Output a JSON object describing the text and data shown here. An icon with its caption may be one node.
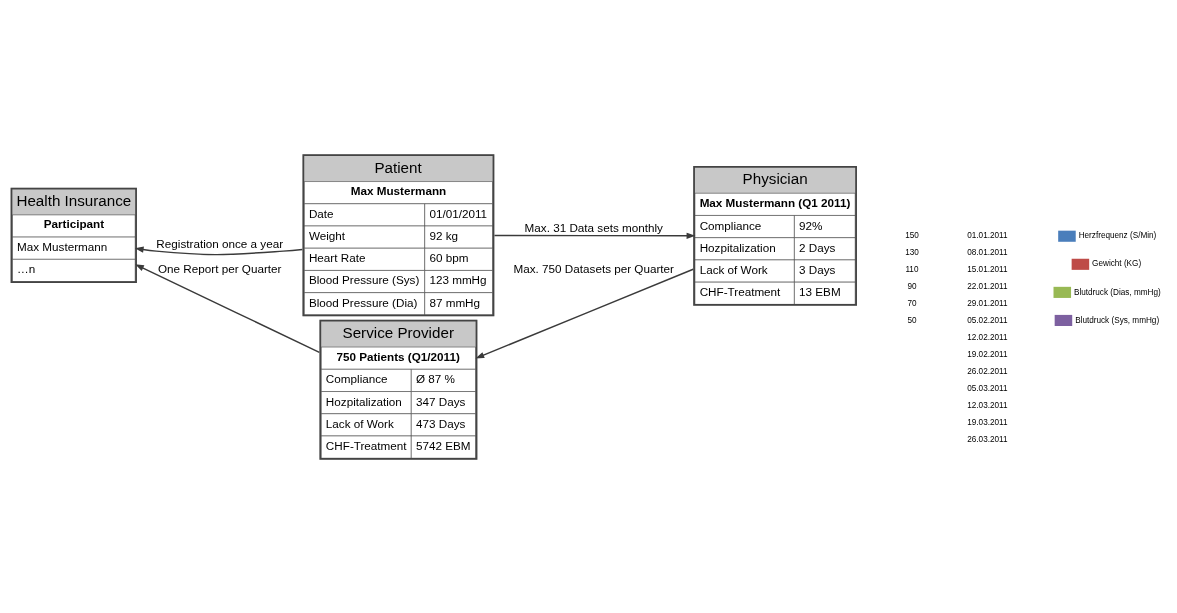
{
  "diagram": {
    "nodes": [
      {
        "text": [
          "Patient",
          "Max Mustermann",
          "Date",
          "01/01/2011",
          "Weight",
          "92 kg",
          "Heart Rate",
          "60 bpm",
          "Blood Pressure (Sys)",
          "123 mmHg",
          "Blood Pressure (Dia)",
          "87 mmHg"
        ]
      },
      {
        "text": [
          "Physician",
          "Max Mustermann (Q1 2011)",
          "Compliance",
          "92%",
          "Hozpitalization",
          "2 Days",
          "Lack of Work",
          "3 Days",
          "CHF-Treatment",
          "13 EBM"
        ]
      },
      {
        "text": [
          "Health Insurance",
          "Participant",
          "Max Mustermann",
          "…n"
        ]
      },
      {
        "text": [
          "Service Provider",
          "750 Patients (Q1/2011)",
          "Compliance",
          "Ø 87 %",
          "Hozpitalization",
          "347 Days",
          "Lack of Work",
          "473 Days",
          "CHF-Treatment",
          "5742 EBM"
        ]
      }
    ],
    "edges": [
      {
        "from": 0,
        "to": 2,
        "arrow": "to",
        "label": "Registration once a year"
      },
      {
        "from": 0,
        "to": 1,
        "arrow": "to",
        "label": "Max. 31 Data sets monthly"
      },
      {
        "from": 1,
        "to": 3,
        "arrow": "to",
        "label": "Max. 750 Datasets per Quarter"
      },
      {
        "from": 3,
        "to": 2,
        "arrow": "to",
        "label": "One Report per Quarter"
      }
    ],
    "labels": [
      "150",
      "130",
      "110",
      "90",
      "70",
      "50",
      "01.01.2011",
      "08.01.2011",
      "15.01.2011",
      "22.01.2011",
      "29.01.2011",
      "05.02.2011",
      "12.02.2011",
      "19.02.2011",
      "26.02.2011",
      "05.03.2011",
      "12.03.2011",
      "19.03.2011",
      "26.03.2011"
    ],
    "legend": [
      {
        "text": "Herzfrequenz (S/Min)",
        "color": "#4a7ebb"
      },
      {
        "text": "Gewicht (KG)",
        "color": "#be4b48"
      },
      {
        "text": "Blutdruck (Dias, mmHg)",
        "color": "#98b954"
      },
      {
        "text": "Blutdruck (Sys, mmHg)",
        "color": "#7d60a0"
      }
    ]
  }
}
